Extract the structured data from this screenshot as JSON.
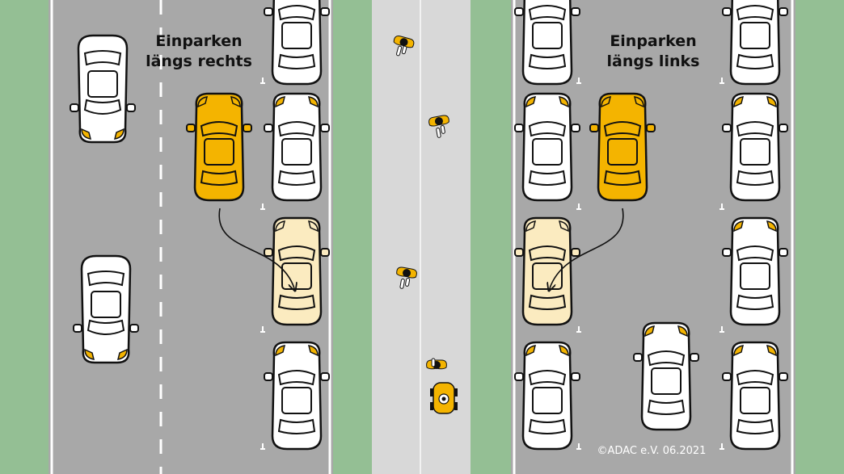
{
  "labels": {
    "left_line1": "Einparken",
    "left_line2": "längs rechts",
    "right_line1": "Einparken",
    "right_line2": "längs links"
  },
  "credit": "©ADAC e.V.  06.2021",
  "colors": {
    "grass": "#94bf94",
    "road": "#a8a8a8",
    "sidewalk": "#d8d8d8",
    "edge_line": "#ffffff",
    "car_white": "#ffffff",
    "car_highlight": "#f4b400",
    "car_ghost": "#fbebc0",
    "outline": "#111111"
  }
}
